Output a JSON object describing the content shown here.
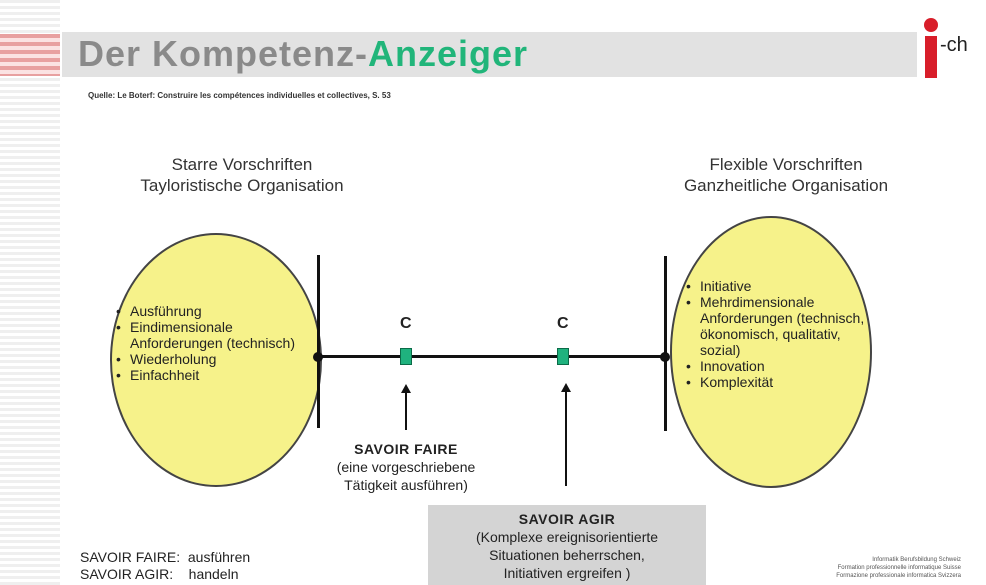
{
  "title": {
    "part1": "Der Kompetenz-",
    "part2": "Anzeiger",
    "accent_color": "#21b57a",
    "gray_color": "#8a8a8a"
  },
  "logo": {
    "text": "-ch",
    "color": "#d81e2a"
  },
  "source": "Quelle: Le Boterf: Construire les compétences individuelles et collectives, S. 53",
  "left": {
    "heading": [
      "Starre Vorschriften",
      "Tayloristische Organisation"
    ],
    "bullets": [
      "Ausführung",
      "Eindimensionale Anforderungen (technisch)",
      "Wiederholung",
      "Einfachheit"
    ]
  },
  "right": {
    "heading": [
      "Flexible Vorschriften",
      "Ganzheitliche Organisation"
    ],
    "bullets": [
      "Initiative",
      "Mehrdimensionale Anforderungen (technisch, ökonomisch, qualitativ, sozial)",
      "Innovation",
      "Komplexität"
    ]
  },
  "markers": [
    "C",
    "C"
  ],
  "savoir_faire": {
    "title": "SAVOIR FAIRE",
    "lines": [
      "(eine vorgeschriebene",
      "Tätigkeit ausführen)"
    ]
  },
  "savoir_agir": {
    "title": "SAVOIR AGIR",
    "lines": [
      "(Komplexe ereignisorientierte",
      "Situationen beherrschen,",
      "Initiativen ergreifen )"
    ]
  },
  "legend": [
    "SAVOIR FAIRE:  ausführen",
    "SAVOIR AGIR:    handeln"
  ],
  "credits": [
    "Informatik Berufsbildung Schweiz",
    "Formation professionnelle informatique Suisse",
    "Formazione professionale informatica Svizzera"
  ],
  "colors": {
    "ellipse_fill": "#f6f28a",
    "marker_fill": "#1fb27e",
    "box_fill": "#d4d4d4"
  }
}
